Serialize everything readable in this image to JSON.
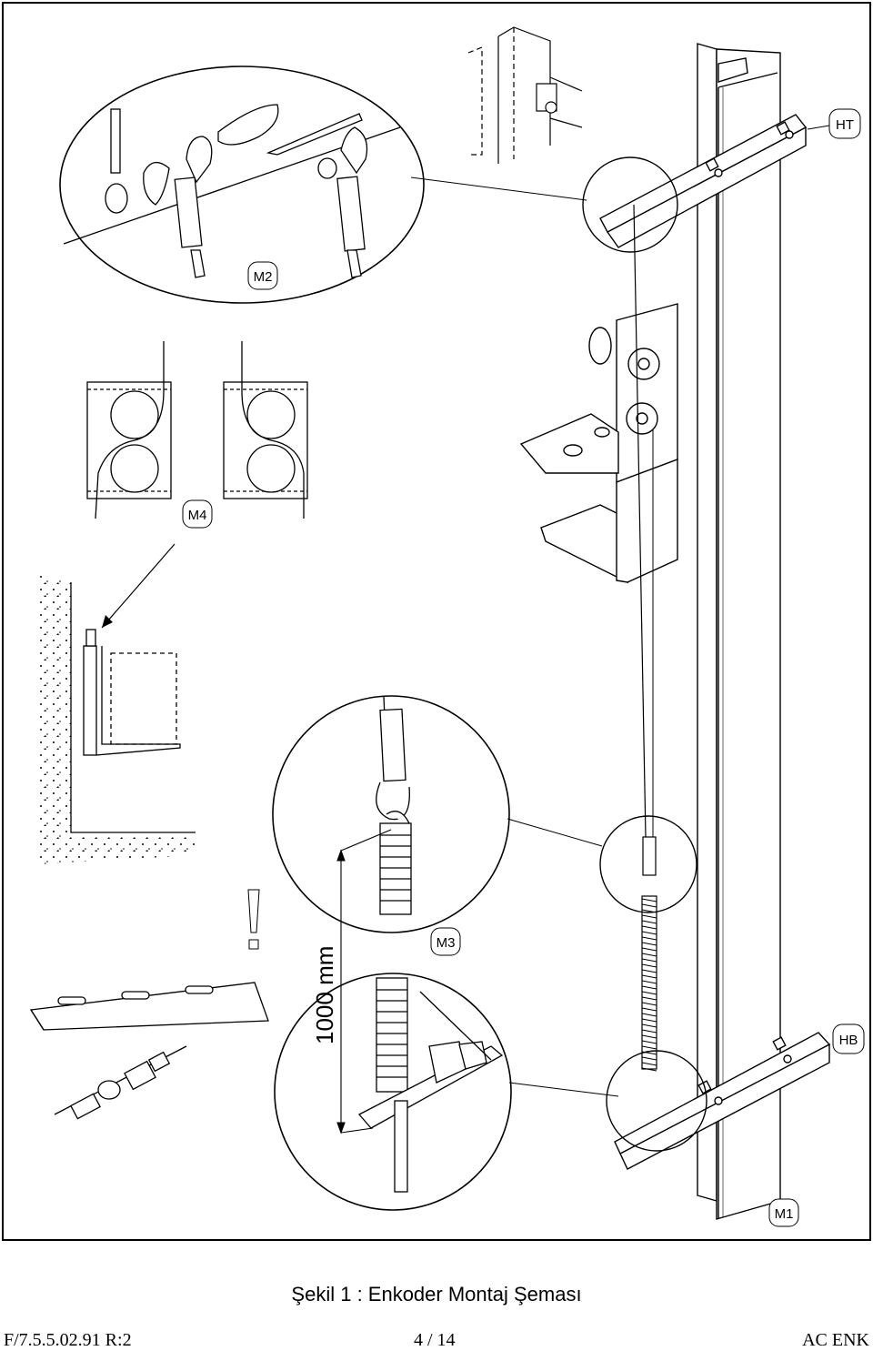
{
  "labels": {
    "ht": "HT",
    "hb": "HB",
    "m1": "M1",
    "m2": "M2",
    "m3": "M3",
    "m4": "M4",
    "dimension": "1000 mm",
    "warning": "!"
  },
  "caption": "Şekil 1 : Enkoder Montaj Şeması",
  "footer": {
    "doc_code": "F/7.5.5.02.91  R:2",
    "page": "4 / 14",
    "tag": "AC ENK"
  }
}
